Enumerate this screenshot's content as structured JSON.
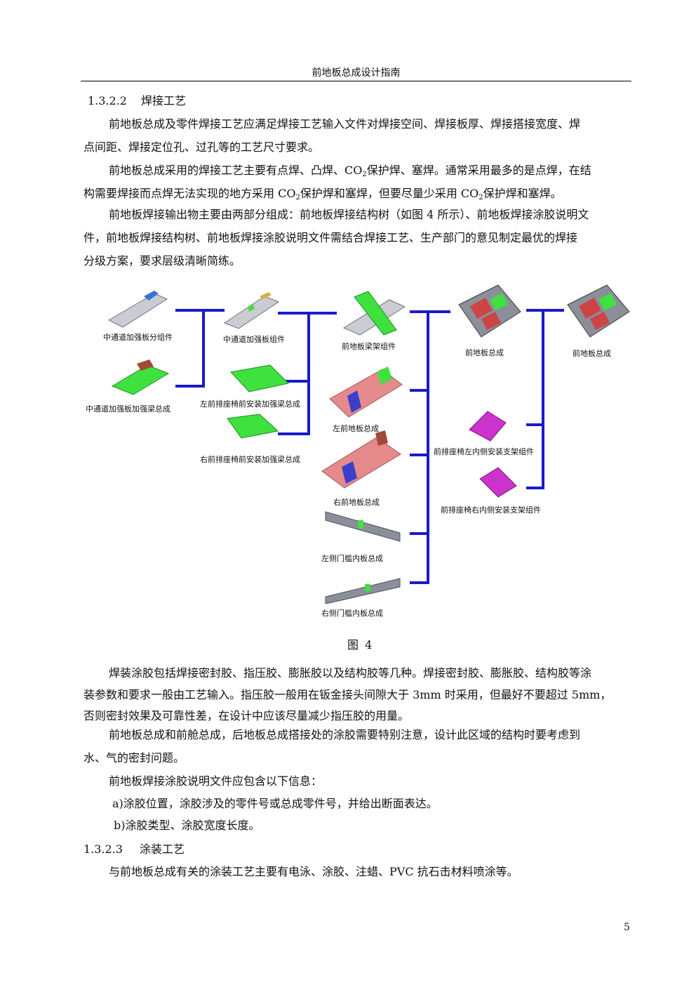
{
  "header": {
    "title": "前地板总成设计指南"
  },
  "section_weld": {
    "number": "1.3.2.2",
    "title": "焊接工艺"
  },
  "p1": {
    "l1": "前地板总成及零件焊接工艺应满足焊接工艺输入文件对焊接空间、焊接板厚、焊接搭接宽度、焊",
    "l2": "点间距、焊接定位孔、过孔等的工艺尺寸要求。"
  },
  "p2": {
    "l1a": "前地板总成采用的焊接工艺主要有点焊、凸焊、CO",
    "l1sub": "2",
    "l1b": "保护焊、塞焊。通常采用最多的是点焊，在结",
    "l2a": "构需要焊接而点焊无法实现的地方采用 CO",
    "l2sub": "2",
    "l2b": "保护焊和塞焊，但要尽量少采用 CO",
    "l2sub2": "2",
    "l2c": "保护焊和塞焊。"
  },
  "p3": {
    "l1": "前地板焊接输出物主要由两部分组成：前地板焊接结构树（如图 4 所示）、前地板焊接涂胶说明文",
    "l2": "件，前地板焊接结构树、前地板焊接涂胶说明文件需结合焊接工艺、生产部门的意见制定最优的焊接",
    "l3": "分级方案，要求层级清晰简练。"
  },
  "figure": {
    "caption": "图 4",
    "labels": {
      "tunnel_sub": "中通道加强板分组件",
      "tunnel_beam": "中通道加强板加强梁总成",
      "tunnel_asm": "中通道加强板组件",
      "left_seat_beam": "左前排座椅前安装加强梁总成",
      "right_seat_beam": "右前排座椅前安装加强梁总成",
      "floor_frame": "前地板梁架组件",
      "left_floor": "左前地板总成",
      "right_floor": "右前地板总成",
      "left_sill": "左侧门槛内板总成",
      "right_sill": "右侧门槛内板总成",
      "front_floor_1": "前地板总成",
      "left_bracket": "前排座椅左内侧安装支架组件",
      "right_bracket": "前排座椅右内侧安装支架组件",
      "front_floor_2": "前地板总成"
    },
    "colors": {
      "connector": "#1a1acc",
      "green": "#3fe13f",
      "pink": "#e58a8a",
      "magenta": "#cc33cc",
      "grey": "#8a8f9a"
    }
  },
  "p4": {
    "l1": "焊装涂胶包括焊接密封胶、指压胶、膨胀胶以及结构胶等几种。焊接密封胶、膨胀胶、结构胶等涂",
    "l2": "装参数和要求一般由工艺输入。指压胶一般用在钣金接头间隙大于 3mm 时采用，但最好不要超过 5mm，",
    "l3": "否则密封效果及可靠性差，在设计中应该尽量减少指压胶的用量。"
  },
  "p5": {
    "l1": "前地板总成和前舱总成，后地板总成搭接处的涂胶需要特别注意，设计此区域的结构时要考虑到",
    "l2": "水、气的密封问题。"
  },
  "p6": {
    "l1": "前地板焊接涂胶说明文件应包含以下信息："
  },
  "list": {
    "a": "a)涂胶位置，涂胶涉及的零件号或总成零件号，并给出断面表达。",
    "b": "b)涂胶类型、涂胶宽度长度。"
  },
  "section_paint": {
    "number": "1.3.2.3",
    "title": "涂装工艺"
  },
  "p7": {
    "l1": "与前地板总成有关的涂装工艺主要有电泳、涂胶、注蜡、PVC 抗石击材料喷涂等。"
  },
  "page": {
    "number": "5"
  }
}
